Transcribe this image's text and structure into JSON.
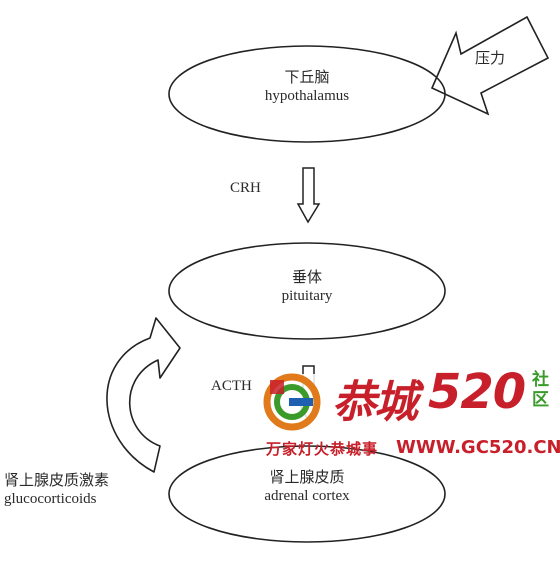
{
  "hypothalamus": {
    "zh": "下丘脑",
    "en": "hypothalamus"
  },
  "stress_label": "压力",
  "crh_label": "CRH",
  "pituitary": {
    "zh": "垂体",
    "en": "pituitary"
  },
  "acth_label": "ACTH",
  "adrenal": {
    "zh": "肾上腺皮质",
    "en": "adrenal cortex"
  },
  "glucocorticoids": {
    "zh": "肾上腺皮质激素",
    "en": "glucocorticoids"
  },
  "watermark": {
    "brand": "恭城",
    "number": "520",
    "side_chars": [
      "社",
      "区"
    ],
    "slogan": "万家灯火恭城事",
    "url": "WWW.GC520.CN",
    "colors": {
      "red": "#c8202a",
      "green": "#3a9a2a",
      "blue": "#1f5fb0",
      "orange": "#e07a1a"
    }
  }
}
